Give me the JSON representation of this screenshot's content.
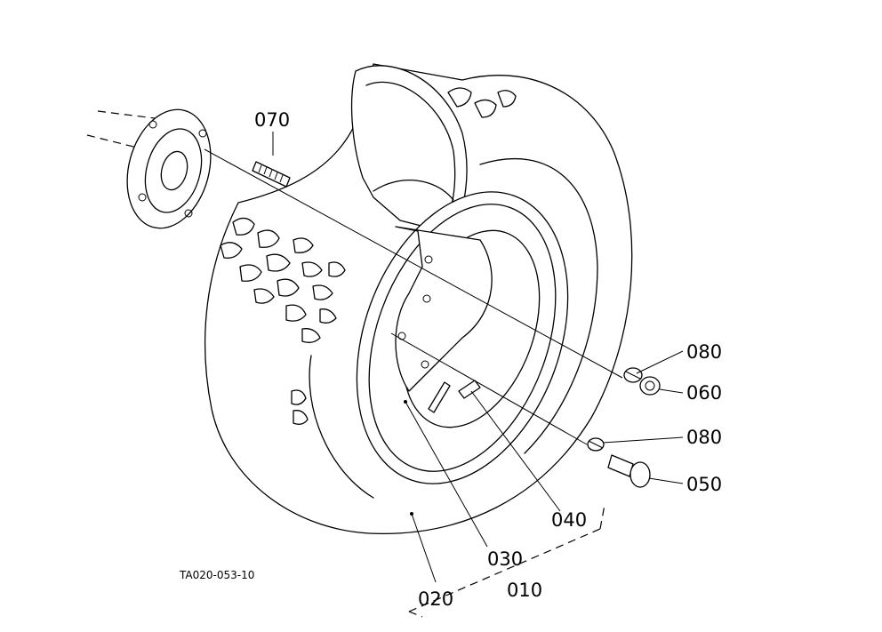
{
  "figure_code": "TA020-053-10",
  "parts": {
    "p070": "070",
    "p080a": "080",
    "p060": "060",
    "p080b": "080",
    "p050": "050",
    "p040": "040",
    "p030": "030",
    "p010": "010",
    "p020": "020"
  },
  "line_color": "#000000",
  "background": "#ffffff"
}
